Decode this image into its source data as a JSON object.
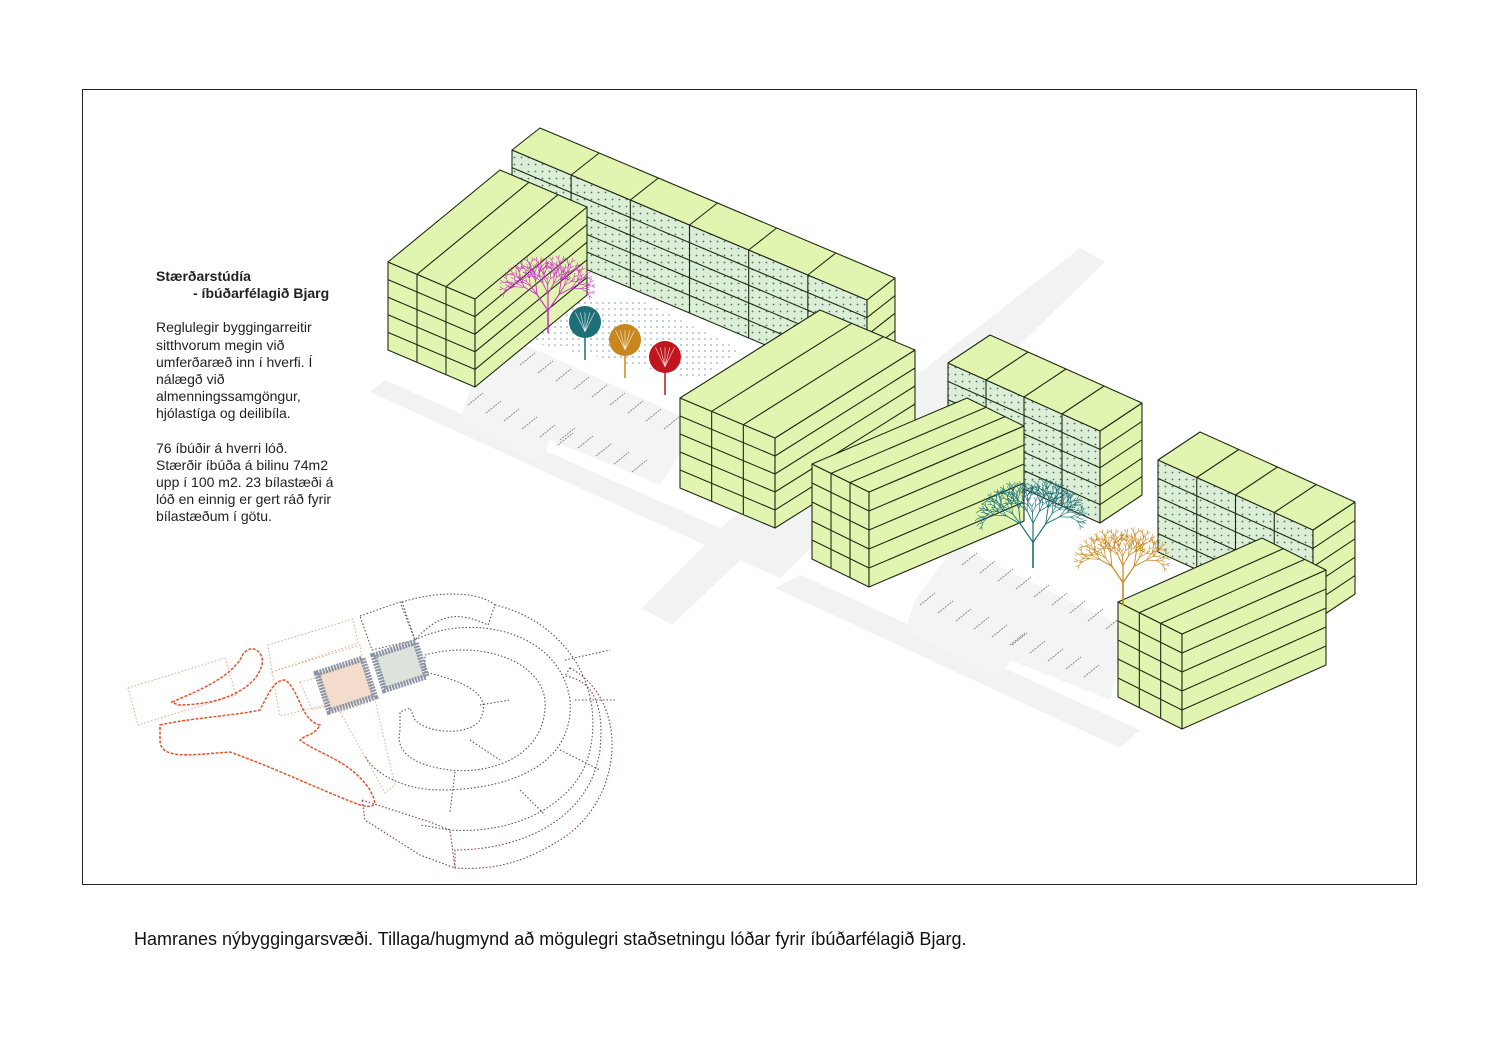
{
  "diagram": {
    "title_line1": "Stærðarstúdía",
    "title_line2": "- íbúðarfélagið Bjarg",
    "paragraph1": "Reglulegir byggingarreitir sitthvorum megin við umferðaræð inn í hverfi. Í nálægð við almenningssamgöngur, hjólastíga og deilibíla.",
    "paragraph1_lines": [
      "Reglulegir byggingarreitir",
      "sitthvorum megin við",
      "umferðaræð inn í hverfi. Í",
      "nálægð við",
      "almenningssamgöngur,",
      "hjólastíga og deilibíla."
    ],
    "paragraph2_lines": [
      "76 íbúðir á hverri lóð.",
      "Stærðir íbúða á bilinu 74m2",
      "upp í 100 m2. 23 bílastæði á",
      "lóð en einnig er gert ráð fyrir",
      "bílastæðum í götu."
    ]
  },
  "caption": "Hamranes nýbyggingarsvæði. Tillaga/hugmynd að mögulegri staðsetningu lóðar fyrir íbúðarfélagið Bjarg.",
  "colors": {
    "building": "#e2f5b0",
    "outline": "#1e2a14",
    "road": "#f2f2f2",
    "tree_magenta": "#cc33cc",
    "tree_teal": "#1f6f78",
    "tree_orange": "#c8861e",
    "tree_red": "#c0141e",
    "site_red": "#e0552e",
    "site_gray": "#555555",
    "site_maroon": "#8a3a4a",
    "plot_highlight_a": "#f3dccb",
    "plot_highlight_b": "#8b94a6"
  }
}
